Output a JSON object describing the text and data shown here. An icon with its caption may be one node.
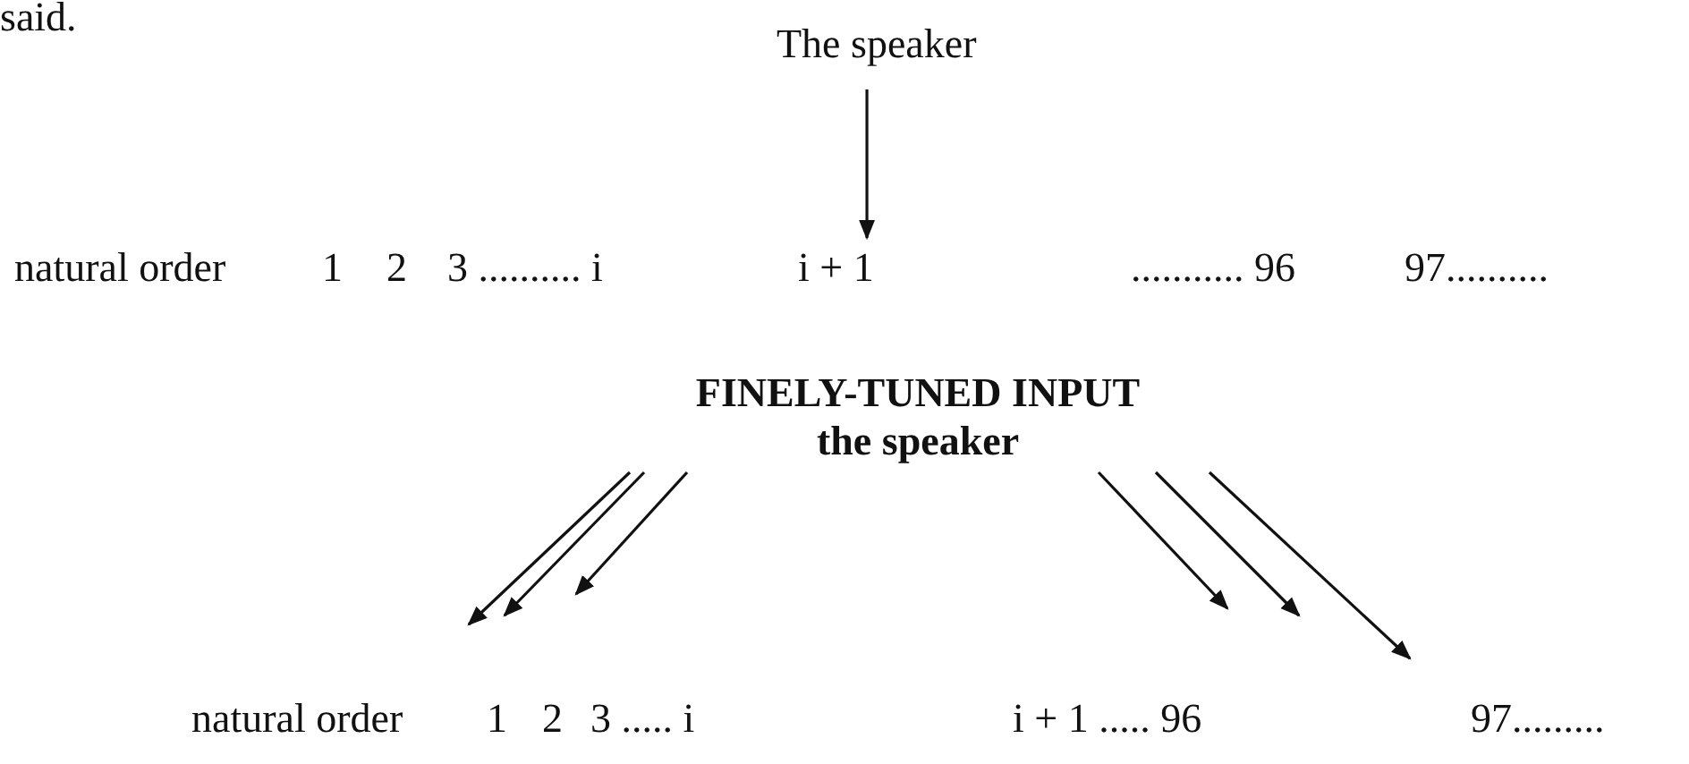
{
  "diagram": {
    "nodes": [
      {
        "text": [
          "The speaker"
        ]
      },
      {
        "text": [
          "i + 1"
        ]
      },
      {
        "text": [
          "FINELY-TUNED INPUT",
          "the speaker"
        ]
      }
    ],
    "edges": [
      {
        "from": 0,
        "to": 1,
        "arrow": "to"
      },
      {
        "from": 2,
        "to": null,
        "arrow": "to"
      },
      {
        "from": 2,
        "to": null,
        "arrow": "to"
      },
      {
        "from": 2,
        "to": null,
        "arrow": "to"
      },
      {
        "from": 2,
        "to": null,
        "arrow": "to"
      },
      {
        "from": 2,
        "to": null,
        "arrow": "to"
      },
      {
        "from": 2,
        "to": null,
        "arrow": "to"
      }
    ],
    "labels": [
      "said.",
      "natural order",
      "1",
      "2",
      "3 .......... i",
      "........... 96",
      "97..........",
      "natural order",
      "1",
      "2",
      "3 ..... i",
      "i + 1 ..... 96",
      "97........."
    ]
  }
}
